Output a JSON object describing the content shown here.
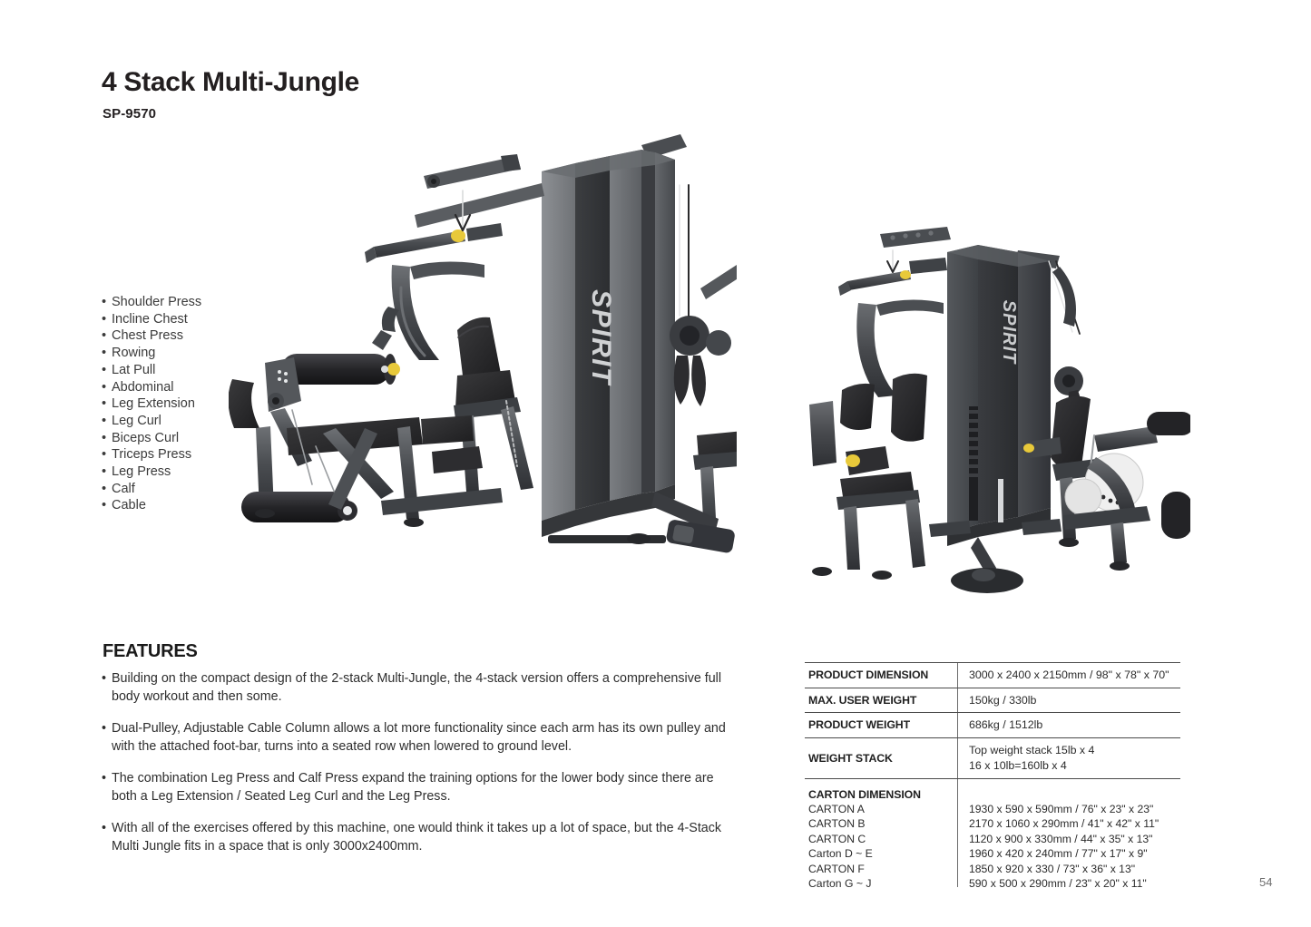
{
  "header": {
    "title": "4 Stack Multi-Jungle",
    "model": "SP-9570"
  },
  "exercises": [
    "Shoulder Press",
    "Incline Chest",
    "Chest Press",
    "Rowing",
    "Lat Pull",
    "Abdominal",
    "Leg Extension",
    "Leg Curl",
    "Biceps Curl",
    "Triceps Press",
    "Leg Press",
    "Calf",
    "Cable"
  ],
  "features": {
    "heading": "FEATURES",
    "items": [
      "Building on the compact design of the 2-stack Multi-Jungle, the 4-stack version offers a comprehensive full body workout and then some.",
      "Dual-Pulley, Adjustable Cable Column allows a lot more functionality since each arm has its own pulley and with the attached foot-bar, turns into a seated row when lowered to ground level.",
      "The combination Leg Press and Calf Press expand the training options for the lower body since there are both a Leg Extension / Seated Leg Curl and the Leg Press.",
      "With all of the exercises offered by this machine, one would think it takes up a lot of space, but the 4-Stack Multi Jungle fits in a space that is only 3000x2400mm."
    ]
  },
  "specs": {
    "rows": [
      {
        "label": "PRODUCT DIMENSION",
        "value": "3000 x 2400 x 2150mm / 98\" x 78\" x 70\""
      },
      {
        "label": "MAX. USER WEIGHT",
        "value": "150kg / 330lb"
      },
      {
        "label": "PRODUCT WEIGHT",
        "value": "686kg / 1512lb"
      },
      {
        "label": "WEIGHT STACK",
        "value": "Top weight stack 15lb x 4\n16 x 10lb=160lb x 4"
      }
    ],
    "carton": {
      "title": "CARTON DIMENSION",
      "items": [
        {
          "name": "CARTON A",
          "dim": "1930 x 590 x 590mm / 76\" x 23\" x 23\""
        },
        {
          "name": "CARTON B",
          "dim": "2170 x 1060 x 290mm  / 41\" x 42\" x 11\""
        },
        {
          "name": "CARTON C",
          "dim": "1120 x 900 x 330mm / 44\" x 35\" x 13\""
        },
        {
          "name": "Carton D ~ E",
          "dim": "1960 x 420 x 240mm  / 77\" x 17\" x 9\""
        },
        {
          "name": "CARTON F",
          "dim": "1850 x 920 x 330 / 73\" x 36\" x 13\""
        },
        {
          "name": "Carton G ~ J",
          "dim": "590 x 500 x 290mm / 23\" x 20\" x 11\""
        }
      ]
    }
  },
  "product_image": {
    "brand_text": "SPIRIT",
    "colors": {
      "frame_dark": "#3a3c3f",
      "frame_mid": "#55585c",
      "frame_light": "#7d8084",
      "pad_black": "#2a2a2c",
      "column_dark": "#4b4e52",
      "column_darker": "#2e3033",
      "column_light": "#8b8e92",
      "accent_yellow": "#e8c93a",
      "plate_white": "#efefef"
    }
  },
  "page_number": "54"
}
